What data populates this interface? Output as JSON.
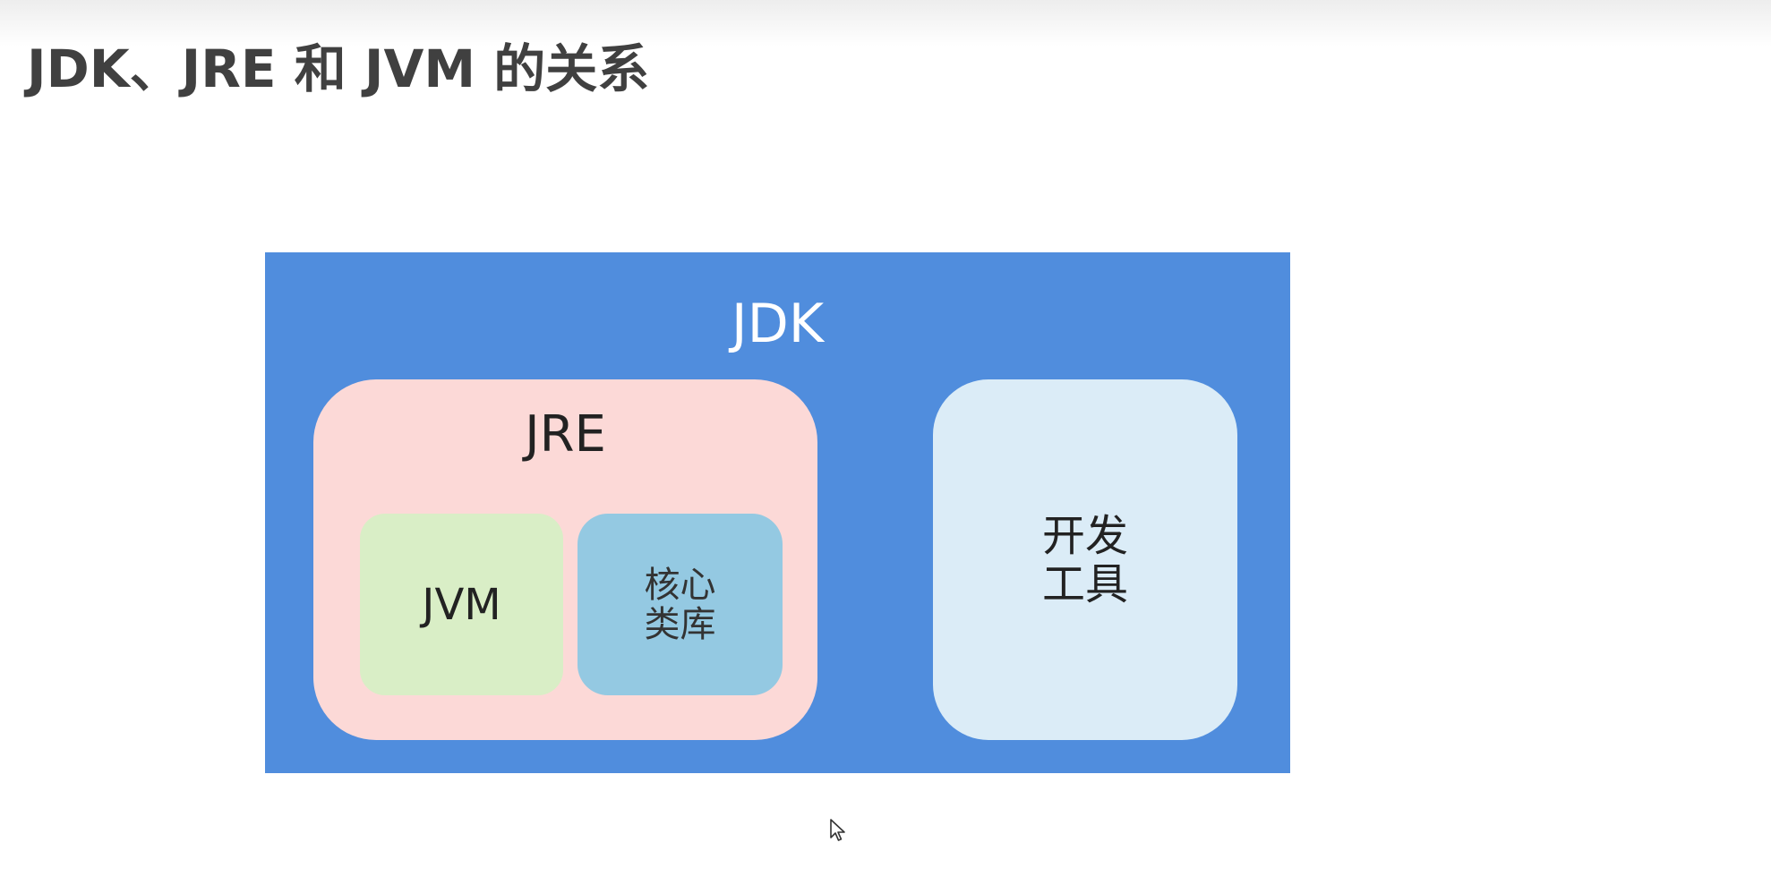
{
  "title": "JDK、JRE 和 JVM 的关系",
  "diagram": {
    "jdk": {
      "label": "JDK",
      "color": "#508ddd"
    },
    "jre": {
      "label": "JRE",
      "color": "#fcd9d7"
    },
    "jvm": {
      "label": "JVM",
      "color": "#d9eec6"
    },
    "core_library": {
      "label": "核心\n类库",
      "color": "#94c9e2"
    },
    "dev_tools": {
      "label": "开发\n工具",
      "color": "#dbecf7"
    }
  },
  "icons": {
    "cursor": "mouse-pointer-icon"
  }
}
